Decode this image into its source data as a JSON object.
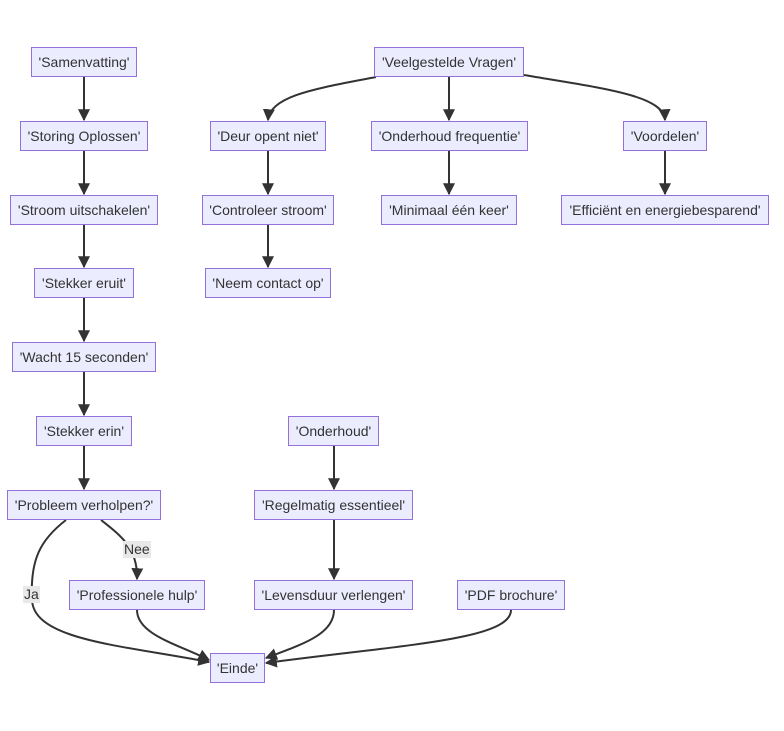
{
  "diagram": {
    "type": "flowchart",
    "direction": "top-down",
    "colors": {
      "node_fill": "#ECECFF",
      "node_border": "#9370DB",
      "text": "#333333",
      "edge": "#333333",
      "edge_label_bg": "#e8e8e8"
    },
    "nodes": [
      {
        "id": "samenvatting",
        "label": "'Samenvatting'"
      },
      {
        "id": "storing",
        "label": "'Storing Oplossen'"
      },
      {
        "id": "stroom",
        "label": "'Stroom uitschakelen'"
      },
      {
        "id": "eruit",
        "label": "'Stekker eruit'"
      },
      {
        "id": "wacht",
        "label": "'Wacht 15 seconden'"
      },
      {
        "id": "erin",
        "label": "'Stekker erin'"
      },
      {
        "id": "probleem",
        "label": "'Probleem verholpen?'"
      },
      {
        "id": "hulp",
        "label": "'Professionele hulp'"
      },
      {
        "id": "einde",
        "label": "'Einde'"
      },
      {
        "id": "faq",
        "label": "'Veelgestelde Vragen'"
      },
      {
        "id": "deur",
        "label": "'Deur opent niet'"
      },
      {
        "id": "controleer",
        "label": "'Controleer stroom'"
      },
      {
        "id": "contact",
        "label": "'Neem contact op'"
      },
      {
        "id": "frequentie",
        "label": "'Onderhoud frequentie'"
      },
      {
        "id": "minimaal",
        "label": "'Minimaal één keer'"
      },
      {
        "id": "voordelen",
        "label": "'Voordelen'"
      },
      {
        "id": "efficient",
        "label": "'Efficiënt en energiebesparend'"
      },
      {
        "id": "onderhoud",
        "label": "'Onderhoud'"
      },
      {
        "id": "regelmatig",
        "label": "'Regelmatig essentieel'"
      },
      {
        "id": "levensduur",
        "label": "'Levensduur verlengen'"
      },
      {
        "id": "pdf",
        "label": "'PDF brochure'"
      }
    ],
    "edges": [
      {
        "from": "samenvatting",
        "to": "storing",
        "label": ""
      },
      {
        "from": "storing",
        "to": "stroom",
        "label": ""
      },
      {
        "from": "stroom",
        "to": "eruit",
        "label": ""
      },
      {
        "from": "eruit",
        "to": "wacht",
        "label": ""
      },
      {
        "from": "wacht",
        "to": "erin",
        "label": ""
      },
      {
        "from": "erin",
        "to": "probleem",
        "label": ""
      },
      {
        "from": "probleem",
        "to": "einde",
        "label": "Ja"
      },
      {
        "from": "probleem",
        "to": "hulp",
        "label": "Nee"
      },
      {
        "from": "hulp",
        "to": "einde",
        "label": ""
      },
      {
        "from": "faq",
        "to": "deur",
        "label": ""
      },
      {
        "from": "faq",
        "to": "frequentie",
        "label": ""
      },
      {
        "from": "faq",
        "to": "voordelen",
        "label": ""
      },
      {
        "from": "deur",
        "to": "controleer",
        "label": ""
      },
      {
        "from": "controleer",
        "to": "contact",
        "label": ""
      },
      {
        "from": "frequentie",
        "to": "minimaal",
        "label": ""
      },
      {
        "from": "voordelen",
        "to": "efficient",
        "label": ""
      },
      {
        "from": "onderhoud",
        "to": "regelmatig",
        "label": ""
      },
      {
        "from": "regelmatig",
        "to": "levensduur",
        "label": ""
      },
      {
        "from": "levensduur",
        "to": "einde",
        "label": ""
      },
      {
        "from": "pdf",
        "to": "einde",
        "label": ""
      }
    ]
  }
}
